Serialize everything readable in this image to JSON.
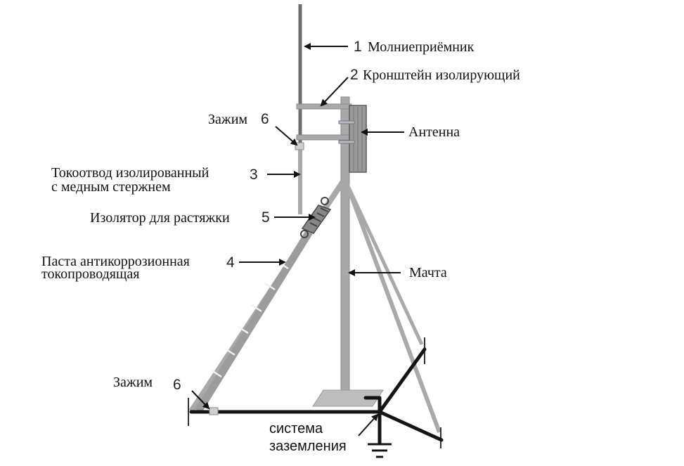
{
  "labels": {
    "lightning_rod": "Молниеприёмник",
    "bracket": "Кронштейн изолирующий",
    "antenna": "Антенна",
    "clamp_top": "Зажим",
    "downconductor_line1": "Токоотвод изолированный",
    "downconductor_line2": "с медным стержнем",
    "insulator": "Изолятор для растяжки",
    "paste_line1": "Паста антикоррозионная",
    "paste_line2": "токопроводящая",
    "mast": "Мачта",
    "clamp_bottom": "Зажим",
    "grounding_line1": "система",
    "grounding_line2": "заземления"
  },
  "numbers": {
    "n1": "1",
    "n2": "2",
    "n3": "3",
    "n4": "4",
    "n5": "5",
    "n6_top": "6",
    "n6_bottom": "6"
  },
  "colors": {
    "structure": "#a9a9a9",
    "structure_dark": "#6f6f6f",
    "ground_wire": "#141414",
    "antenna_fill": "#9a9a9a",
    "base_plate": "#bdbdbd"
  }
}
